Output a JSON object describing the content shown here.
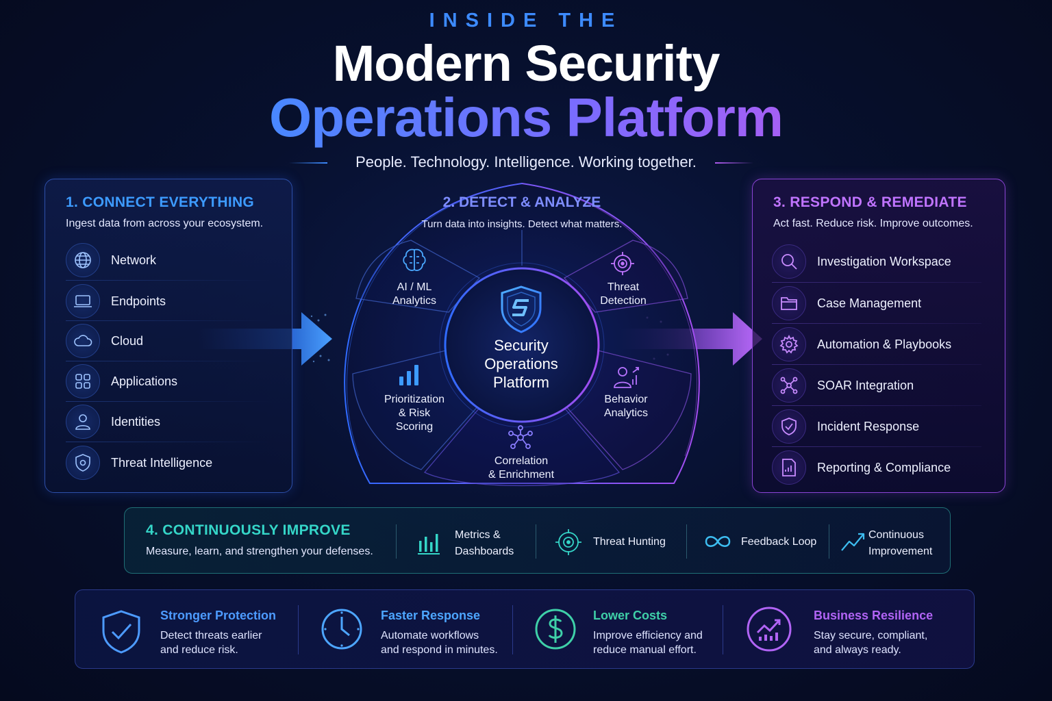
{
  "header": {
    "eyebrow": "INSIDE THE",
    "title_line1": "Modern Security",
    "title_line2": "Operations Platform",
    "tagline": "People. Technology. Intelligence. Working together."
  },
  "connect": {
    "title": "1. CONNECT EVERYTHING",
    "subtitle": "Ingest data from across your ecosystem.",
    "items": [
      {
        "label": "Network",
        "icon": "globe-icon"
      },
      {
        "label": "Endpoints",
        "icon": "laptop-icon"
      },
      {
        "label": "Cloud",
        "icon": "cloud-icon"
      },
      {
        "label": "Applications",
        "icon": "grid-icon"
      },
      {
        "label": "Identities",
        "icon": "user-icon"
      },
      {
        "label": "Threat Intelligence",
        "icon": "shield-icon"
      }
    ]
  },
  "detect": {
    "title": "2. DETECT & ANALYZE",
    "subtitle": "Turn data into insights. Detect what matters.",
    "core_line1": "Security",
    "core_line2": "Operations",
    "core_line3": "Platform",
    "segments": [
      {
        "line1": "AI / ML",
        "line2": "Analytics",
        "icon": "brain-chip-icon"
      },
      {
        "line1": "Threat",
        "line2": "Detection",
        "icon": "target-icon"
      },
      {
        "line1": "Behavior",
        "line2": "Analytics",
        "icon": "user-chart-icon"
      },
      {
        "line1": "Correlation",
        "line2": "& Enrichment",
        "icon": "network-nodes-icon"
      },
      {
        "line1": "Prioritization",
        "line2": "& Risk",
        "line3": "Scoring",
        "icon": "bar-chart-icon"
      }
    ]
  },
  "respond": {
    "title": "3. RESPOND & REMEDIATE",
    "subtitle": "Act fast. Reduce risk. Improve outcomes.",
    "items": [
      {
        "label": "Investigation Workspace",
        "icon": "magnifier-icon"
      },
      {
        "label": "Case Management",
        "icon": "folder-icon"
      },
      {
        "label": "Automation & Playbooks",
        "icon": "gear-icon"
      },
      {
        "label": "SOAR Integration",
        "icon": "hub-icon"
      },
      {
        "label": "Incident Response",
        "icon": "shield-check-icon"
      },
      {
        "label": "Reporting & Compliance",
        "icon": "document-icon"
      }
    ]
  },
  "improve": {
    "title": "4. CONTINUOUSLY IMPROVE",
    "subtitle": "Measure, learn, and strengthen your defenses.",
    "items": [
      {
        "line1": "Metrics &",
        "line2": "Dashboards",
        "icon": "bar-chart-icon"
      },
      {
        "line1": "Threat Hunting",
        "line2": "",
        "icon": "crosshair-icon"
      },
      {
        "line1": "Feedback Loop",
        "line2": "",
        "icon": "infinity-icon"
      },
      {
        "line1": "Continuous",
        "line2": "Improvement",
        "icon": "trend-up-icon"
      }
    ]
  },
  "benefits": [
    {
      "title": "Stronger Protection",
      "desc1": "Detect threats earlier",
      "desc2": "and reduce risk.",
      "icon": "shield-check-icon",
      "color": "#4d9bff"
    },
    {
      "title": "Faster Response",
      "desc1": "Automate workflows",
      "desc2": "and respond in minutes.",
      "icon": "clock-icon",
      "color": "#4da6ff"
    },
    {
      "title": "Lower Costs",
      "desc1": "Improve efficiency and",
      "desc2": "reduce manual effort.",
      "icon": "dollar-icon",
      "color": "#3fd0a8"
    },
    {
      "title": "Business Resilience",
      "desc1": "Stay secure, compliant,",
      "desc2": "and always ready.",
      "icon": "growth-chart-icon",
      "color": "#b164f5"
    }
  ],
  "colors": {
    "blue_accent": "#3d8bff",
    "purple_accent": "#b15cf2",
    "teal_accent": "#35d6c8",
    "background": "#050a1e"
  }
}
